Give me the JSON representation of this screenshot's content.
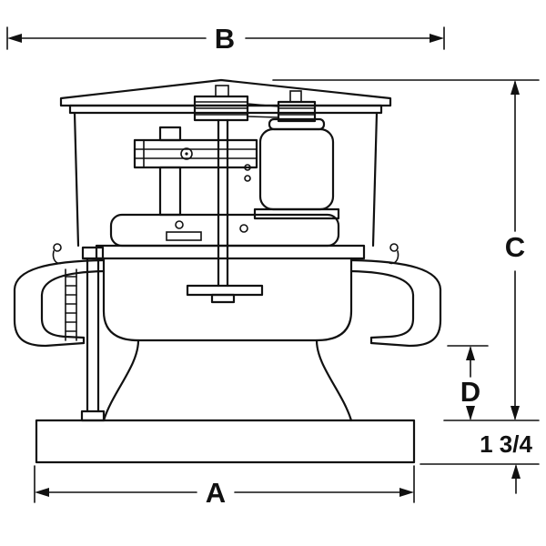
{
  "page": {
    "background_color": "#ffffff",
    "line_color": "#111111",
    "description_type": "technical-dimension-drawing"
  },
  "dimensions": {
    "a_label": "A",
    "b_label": "B",
    "c_label": "C",
    "d_label": "D",
    "base_thickness_label": "1 3/4"
  }
}
